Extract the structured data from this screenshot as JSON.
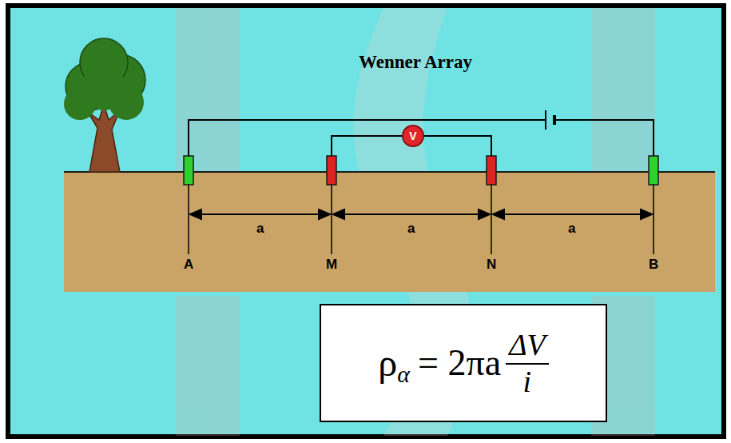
{
  "diagram": {
    "title": "Wenner Array",
    "nodes": [
      {
        "text": [
          "V"
        ]
      },
      {
        "text": [
          "ρ",
          "α",
          "= 2πa",
          "ΔV",
          "i"
        ]
      }
    ],
    "labels": [
      "a",
      "a",
      "a",
      "A",
      "M",
      "N",
      "B"
    ]
  }
}
